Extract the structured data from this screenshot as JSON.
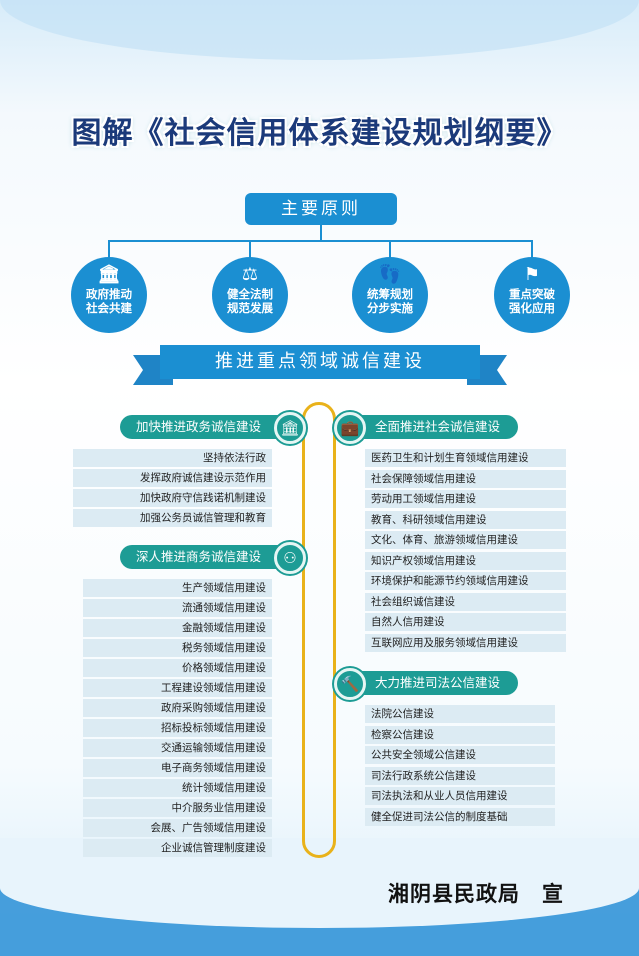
{
  "title": "图解《社会信用体系建设规划纲要》",
  "principles": {
    "label": "主要原则",
    "items": [
      {
        "text": "政府推动社会共建",
        "icon": "capitol-icon"
      },
      {
        "text": "健全法制规范发展",
        "icon": "scales-icon"
      },
      {
        "text": "统筹规划分步实施",
        "icon": "footprints-icon"
      },
      {
        "text": "重点突破强化应用",
        "icon": "flag-icon"
      }
    ]
  },
  "banner": "推进重点领域诚信建设",
  "sections": {
    "gov": {
      "title": "加快推进政务诚信建设",
      "icon": "bank-icon",
      "items": [
        "坚持依法行政",
        "发挥政府诚信建设示范作用",
        "加快政府守信践诺机制建设",
        "加强公务员诚信管理和教育"
      ]
    },
    "business": {
      "title": "深人推进商务诚信建设",
      "icon": "people-network-icon",
      "items": [
        "生产领域信用建设",
        "流通领域信用建设",
        "金融领域信用建设",
        "税务领域信用建设",
        "价格领域信用建设",
        "工程建设领域信用建设",
        "政府采购领域信用建设",
        "招标投标领域信用建设",
        "交通运输领域信用建设",
        "电子商务领域信用建设",
        "统计领域信用建设",
        "中介服务业信用建设",
        "会展、广告领域信用建设",
        "企业诚信管理制度建设"
      ]
    },
    "social": {
      "title": "全面推进社会诚信建设",
      "icon": "briefcase-icon",
      "items": [
        "医药卫生和计划生育领域信用建设",
        "社会保障领域信用建设",
        "劳动用工领域信用建设",
        "教育、科研领域信用建设",
        "文化、体育、旅游领域信用建设",
        "知识产权领域信用建设",
        "环境保护和能源节约领域信用建设",
        "社会组织诚信建设",
        "自然人信用建设",
        "互联网应用及服务领域信用建设"
      ]
    },
    "judicial": {
      "title": "大力推进司法公信建设",
      "icon": "gavel-icon",
      "items": [
        "法院公信建设",
        "检察公信建设",
        "公共安全领域公信建设",
        "司法行政系统公信建设",
        "司法执法和从业人员信用建设",
        "健全促进司法公信的制度基础"
      ]
    }
  },
  "footer": "湘阴县民政局　宣"
}
